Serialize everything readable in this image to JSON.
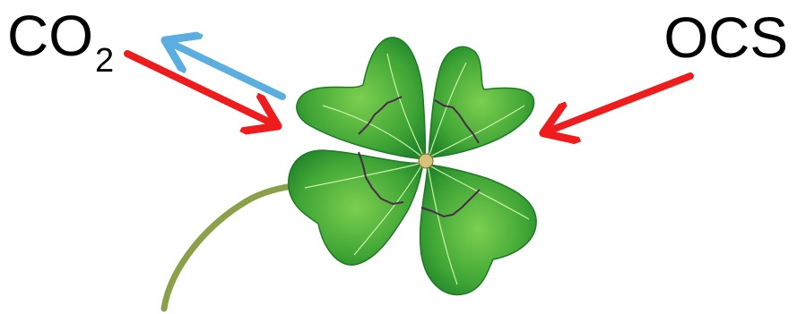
{
  "labels": {
    "co2_main": "CO",
    "co2_sub": "2",
    "ocs": "OCS"
  },
  "colors": {
    "uptake_arrow": "#ee1c1c",
    "release_arrow": "#5aaee0",
    "leaf": "#3fa535",
    "leaf_dark": "#1f7a25",
    "vein": "#c9f0a8",
    "stem": "#8aa04a",
    "stress_mark": "#4a2a4a"
  },
  "icons": {
    "plant": "four-leaf-clover",
    "co2_uptake": "red-arrow-icon",
    "co2_release": "blue-arrow-icon",
    "ocs_uptake": "red-arrow-icon"
  }
}
